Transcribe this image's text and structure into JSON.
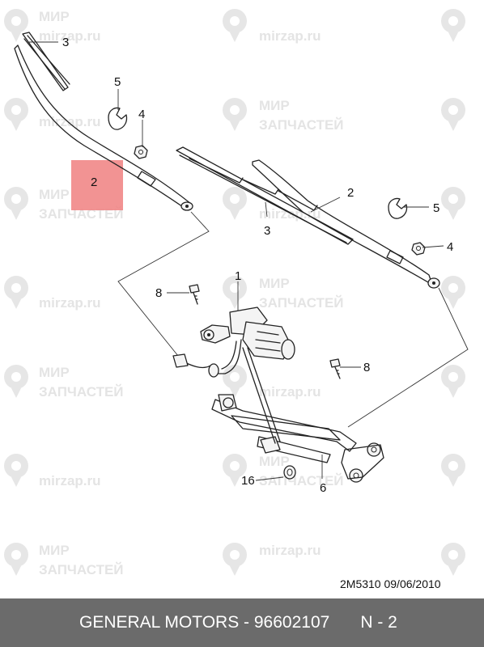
{
  "watermark": {
    "line1": "МИР",
    "line2": "ЗАПЧАСТЕЙ",
    "domain": "mirzap.ru"
  },
  "callouts": {
    "c1": "1",
    "c2_highlight": "2",
    "c2_right": "2",
    "c3_top": "3",
    "c3_mid": "3",
    "c4_left": "4",
    "c4_right": "4",
    "c5_left": "5",
    "c5_right": "5",
    "c6": "6",
    "c8_left": "8",
    "c8_right": "8",
    "c16": "16"
  },
  "highlight_color": "#f08080",
  "drawing_code": "2M5310  09/06/2010",
  "footer": {
    "brand_part": "GENERAL MOTORS - 96602107",
    "position": "N - 2",
    "background": "#6b6b6b"
  }
}
